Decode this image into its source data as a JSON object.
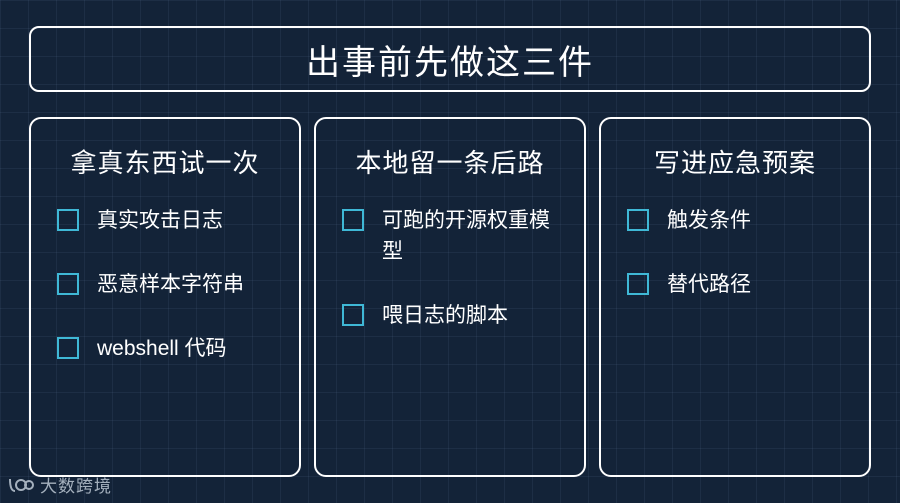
{
  "title": "出事前先做这三件",
  "cards": [
    {
      "title": "拿真东西试一次",
      "items": [
        "真实攻击日志",
        "恶意样本字符串",
        "webshell 代码"
      ]
    },
    {
      "title": "本地留一条后路",
      "items": [
        "可跑的开源权重模型",
        "喂日志的脚本"
      ]
    },
    {
      "title": "写进应急预案",
      "items": [
        "触发条件",
        "替代路径"
      ]
    }
  ],
  "watermark": {
    "icon": "brand-logo-icon",
    "text": "大数跨境"
  },
  "colors": {
    "background": "#132338",
    "checkbox": "#3fb8d6",
    "border": "#ffffff"
  }
}
